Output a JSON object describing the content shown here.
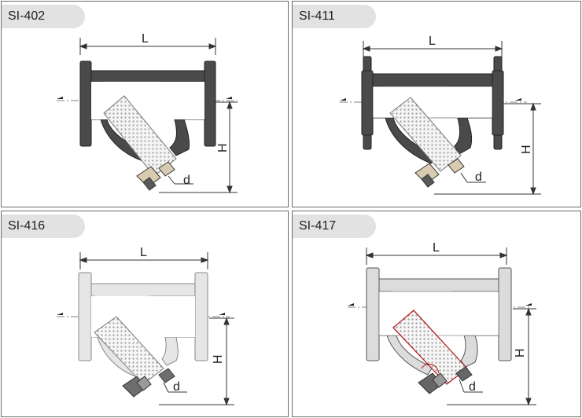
{
  "panels": [
    {
      "model": "SI-402",
      "dim_length": "L",
      "dim_height": "H",
      "dim_drain": "d"
    },
    {
      "model": "SI-411",
      "dim_length": "L",
      "dim_height": "H",
      "dim_drain": "d"
    },
    {
      "model": "SI-416",
      "dim_length": "L",
      "dim_height": "H",
      "dim_drain": "d"
    },
    {
      "model": "SI-417",
      "dim_length": "L",
      "dim_height": "H",
      "dim_drain": "d"
    }
  ],
  "styles": {
    "SI-402": {
      "body": "#4a4a4a",
      "cap": "#d8ccb0"
    },
    "SI-411": {
      "body": "#4a4a4a",
      "cap": "#d8ccb0"
    },
    "SI-416": {
      "body": "#e6e6e6",
      "cap": "#6e6e6e"
    },
    "SI-417": {
      "body": "#dcdcdc",
      "cap": "#666666"
    }
  }
}
